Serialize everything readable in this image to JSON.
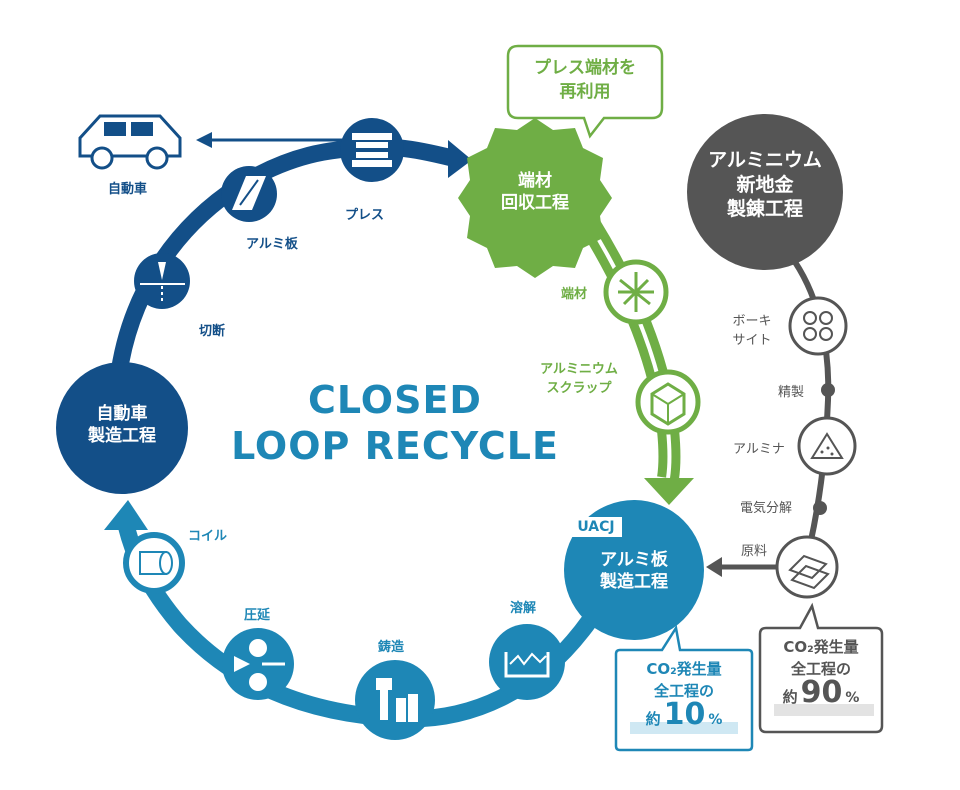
{
  "title_line1": "CLOSED",
  "title_line2": "LOOP RECYCLE",
  "nodes": {
    "car_mfg": [
      "自動車",
      "製造工程"
    ],
    "scrap_recovery": [
      "端材",
      "回収工程"
    ],
    "new_metal": [
      "アルミニウム",
      "新地金",
      "製錬工程"
    ],
    "sheet_mfg": [
      "アルミ板",
      "製造工程"
    ]
  },
  "uacj_badge": "UACJ",
  "steps": {
    "press": "プレス",
    "car": "自動車",
    "sheet": "アルミ板",
    "cut": "切断",
    "coil": "コイル",
    "rolling": "圧延",
    "casting": "鋳造",
    "melting": "溶解",
    "offcuts": "端材",
    "scrap": [
      "アルミニウム",
      "スクラップ"
    ]
  },
  "refine_steps": {
    "bauxite": [
      "ボーキ",
      "サイト"
    ],
    "refining": "精製",
    "alumina": "アルミナ",
    "electrolysis": "電気分解",
    "raw_material": "原料"
  },
  "speech_bubble": [
    "プレス端材を",
    "再利用"
  ],
  "co2_left": {
    "line1": "CO₂発生量",
    "line2": "全工程の",
    "prefix": "約",
    "value": "10",
    "unit": "%"
  },
  "co2_right": {
    "line1": "CO₂発生量",
    "line2": "全工程の",
    "prefix": "約",
    "value": "90",
    "unit": "%"
  },
  "colors": {
    "navy": "#134f88",
    "teal": "#1e87b6",
    "green": "#6fae45",
    "gray": "#555555"
  },
  "icons": {
    "press": "press-icon",
    "car": "car-icon",
    "sheet": "aluminum-sheet-icon",
    "cut": "cutting-icon",
    "coil": "coil-icon",
    "rolling": "rolling-icon",
    "casting": "casting-icon",
    "melting": "melting-icon",
    "offcuts": "offcut-icon",
    "scrap": "scrap-cube-icon",
    "bauxite": "bauxite-icon",
    "alumina": "alumina-icon",
    "ingot": "ingot-icon"
  }
}
